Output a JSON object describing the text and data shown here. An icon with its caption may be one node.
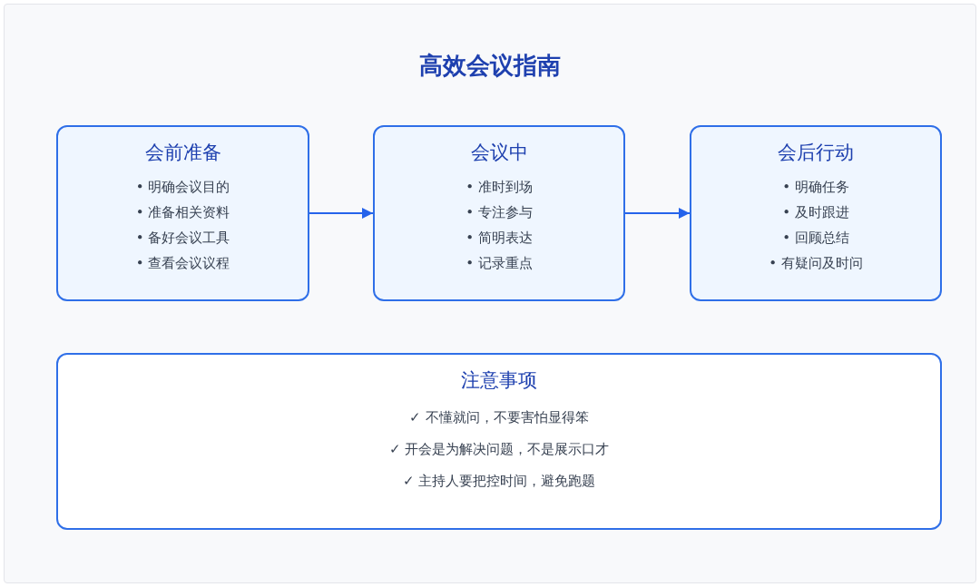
{
  "diagram": {
    "title": "高效会议指南",
    "nodes": [
      {
        "text": [
          "会前准备",
          "• 明确会议目的",
          "• 准备相关资料",
          "• 备好会议工具",
          "• 查看会议议程"
        ]
      },
      {
        "text": [
          "会议中",
          "• 准时到场",
          "• 专注参与",
          "• 简明表达",
          "• 记录重点"
        ]
      },
      {
        "text": [
          "会后行动",
          "• 明确任务",
          "• 及时跟进",
          "• 回顾总结",
          "• 有疑问及时问"
        ]
      },
      {
        "text": [
          "注意事项",
          "✓ 不懂就问，不要害怕显得笨",
          "✓ 开会是为解决问题，不是展示口才",
          "✓ 主持人要把控时间，避免跑题"
        ]
      }
    ],
    "edges": [
      {
        "from": 0,
        "to": 1,
        "arrow": "to"
      },
      {
        "from": 1,
        "to": 2,
        "arrow": "to"
      }
    ]
  }
}
